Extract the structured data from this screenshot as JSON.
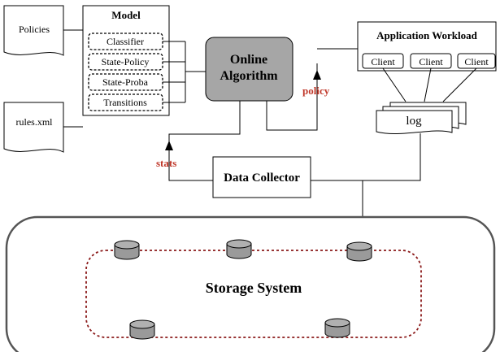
{
  "model": {
    "title": "Model",
    "items": [
      "Classifier",
      "State-Policy",
      "State-Proba",
      "Transitions"
    ]
  },
  "inputs": {
    "policies": "Policies",
    "rules": "rules.xml"
  },
  "online_algorithm": {
    "line1": "Online",
    "line2": "Algorithm"
  },
  "application": {
    "title": "Application Workload",
    "clients": [
      "Client",
      "Client",
      "Client"
    ],
    "log": "log"
  },
  "labels": {
    "policy": "policy",
    "stats": "stats"
  },
  "data_collector": "Data Collector",
  "storage_system": "Storage System",
  "colors": {
    "accent_red": "#c0392b",
    "algorithm_fill": "#a6a6a6",
    "disk_fill": "#9a9a9a",
    "dotted_loop": "#8b1a1a"
  }
}
